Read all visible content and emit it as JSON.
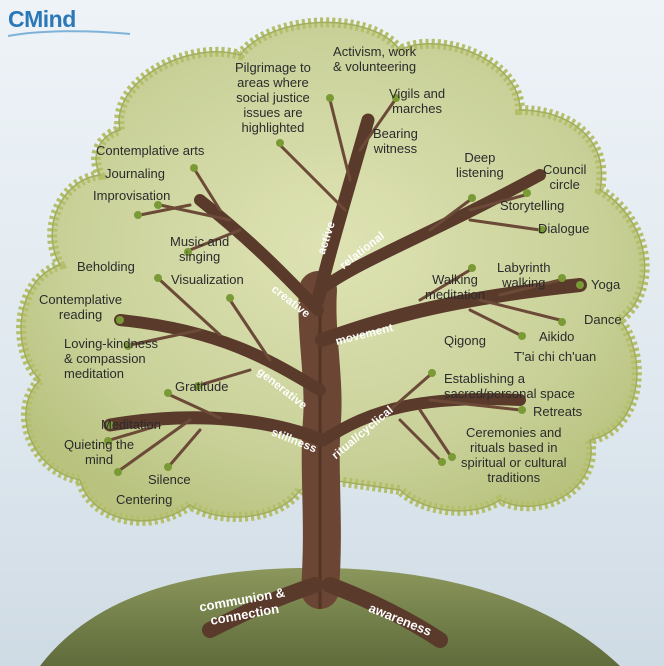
{
  "logo": {
    "text": "CMind",
    "color": "#2a78b8"
  },
  "colors": {
    "canopy": "#cbd39a",
    "canopy_edge": "#a7b260",
    "trunk": "#5a3a2b",
    "hill": "#7d8a52",
    "sky": "#e3ebf1"
  },
  "branches": {
    "active": "active",
    "relational": "relational",
    "creative": "creative",
    "movement": "movement",
    "generative": "generative",
    "stillness": "stillness",
    "ritual": "ritual/cyclical"
  },
  "roots": {
    "communion": "communion &\nconnection",
    "awareness": "awareness"
  },
  "practices": {
    "pilgrimage": "Pilgrimage to\nareas where\nsocial justice\nissues are\nhighlighted",
    "activism": "Activism, work\n& volunteering",
    "vigils": "Vigils and\nmarches",
    "bearing": "Bearing\nwitness",
    "deep_listening": "Deep\nlistening",
    "council": "Council\ncircle",
    "storytelling": "Storytelling",
    "dialogue": "Dialogue",
    "contemplative_arts": "Contemplative arts",
    "journaling": "Journaling",
    "improvisation": "Improvisation",
    "music": "Music and\nsinging",
    "beholding": "Beholding",
    "visualization": "Visualization",
    "contemplative_reading": "Contemplative\nreading",
    "loving_kindness": "Loving-kindness\n& compassion\nmeditation",
    "gratitude": "Gratitude",
    "meditation": "Meditation",
    "quieting": "Quieting the\nmind",
    "silence": "Silence",
    "centering": "Centering",
    "walking_meditation": "Walking\nmeditation",
    "labyrinth": "Labyrinth\nwalking",
    "yoga": "Yoga",
    "dance": "Dance",
    "qigong": "Qigong",
    "aikido": "Aikido",
    "taichi": "T'ai chi ch'uan",
    "sacred_space": "Establishing a\nsacred/personal space",
    "retreats": "Retreats",
    "ceremonies": "Ceremonies and\nrituals based in\nspiritual or cultural\ntraditions"
  }
}
